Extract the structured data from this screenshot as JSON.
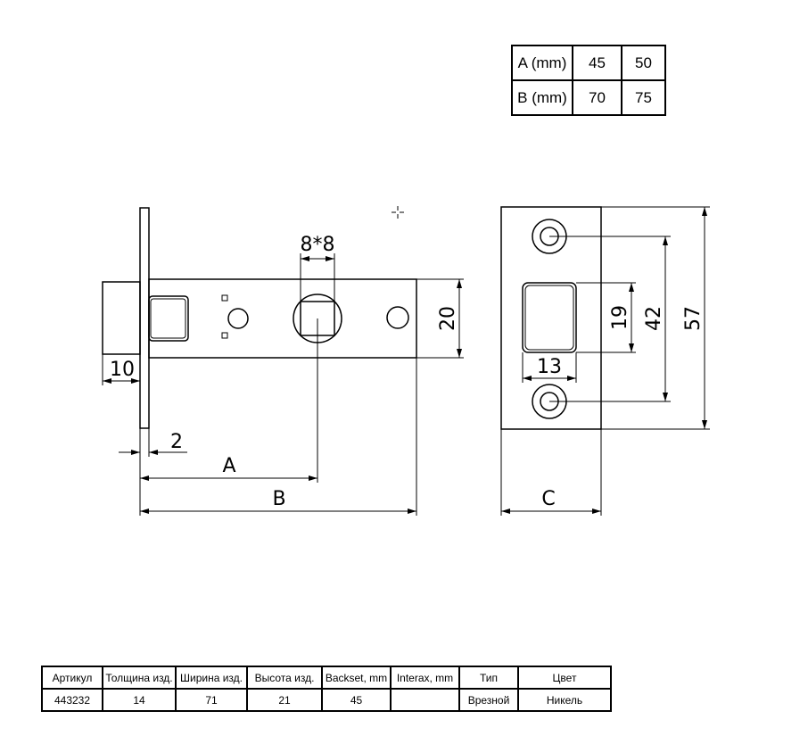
{
  "size_table": {
    "rows": [
      {
        "label": "A (mm)",
        "v1": "45",
        "v2": "50"
      },
      {
        "label": "B (mm)",
        "v1": "70",
        "v2": "75"
      }
    ]
  },
  "dimensions": {
    "spindle": "8*8",
    "body_height": "20",
    "latch_projection": "10",
    "faceplate_thickness": "2",
    "backset": "A",
    "depth": "B",
    "strike_width": "C",
    "strike_height": "57",
    "hole_spacing": "42",
    "slot_height": "19",
    "slot_width": "13"
  },
  "spec_table": {
    "headers": [
      "Артикул",
      "Толщина изд.",
      "Ширина изд.",
      "Высота изд.",
      "Backset, mm",
      "Interax, mm",
      "Тип",
      "Цвет"
    ],
    "values": [
      "443232",
      "14",
      "71",
      "21",
      "45",
      "",
      "Врезной",
      "Никель"
    ]
  }
}
